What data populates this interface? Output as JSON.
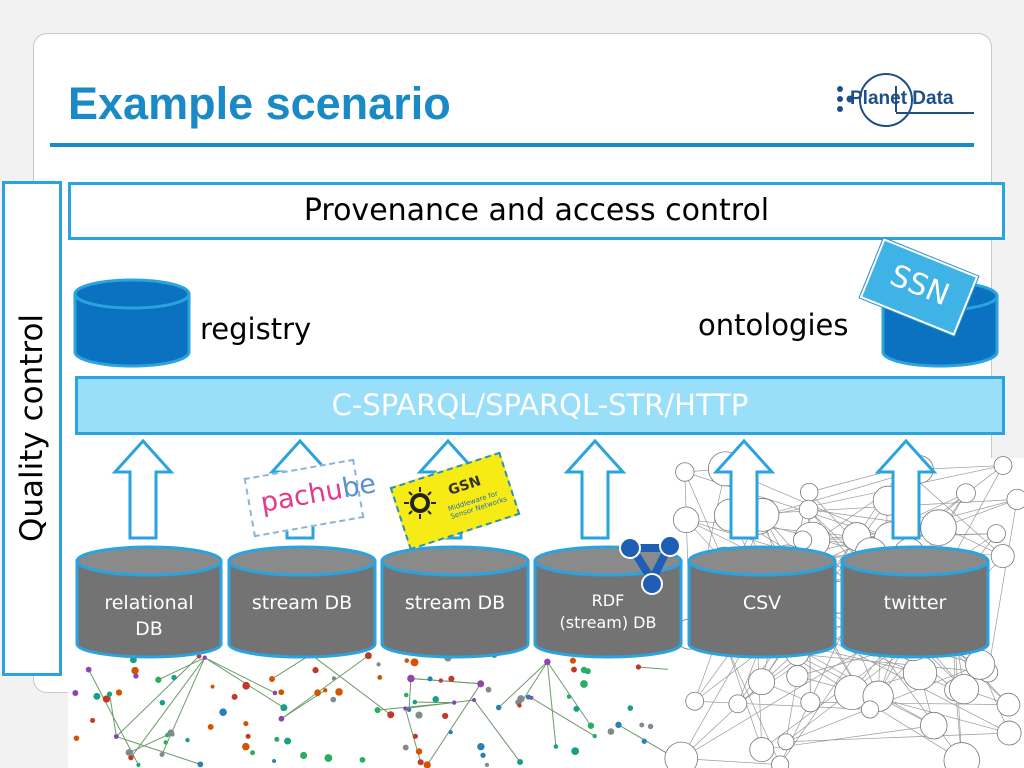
{
  "slide": {
    "title": "Example scenario",
    "logo": {
      "text": "Planet Data"
    }
  },
  "top_bar": {
    "label": "Provenance and access control"
  },
  "side_bar": {
    "label": "Quality control"
  },
  "query_bar": {
    "label": "C-SPARQL/SPARQL-STR/HTTP"
  },
  "stores": {
    "registry": "registry",
    "ontologies": "ontologies",
    "ssn_badge": "SSN"
  },
  "logos": {
    "pachube_a": "pachu",
    "pachube_b": "be",
    "gsn": "GSN",
    "gsn_sub": "Middleware for Sensor Networks"
  },
  "sources": [
    {
      "line1": "relational",
      "line2": "DB"
    },
    {
      "line1": "stream DB",
      "line2": ""
    },
    {
      "line1": "stream DB",
      "line2": ""
    },
    {
      "line1": "RDF",
      "line2": "(stream) DB"
    },
    {
      "line1": "CSV",
      "line2": ""
    },
    {
      "line1": "twitter",
      "line2": ""
    }
  ],
  "colors": {
    "accent_blue": "#1a8ac6",
    "frame_blue": "#2aa3df",
    "db_blue": "#0a72c0",
    "source_gray": "#707070",
    "query_bar_fill": "#99dff9"
  }
}
